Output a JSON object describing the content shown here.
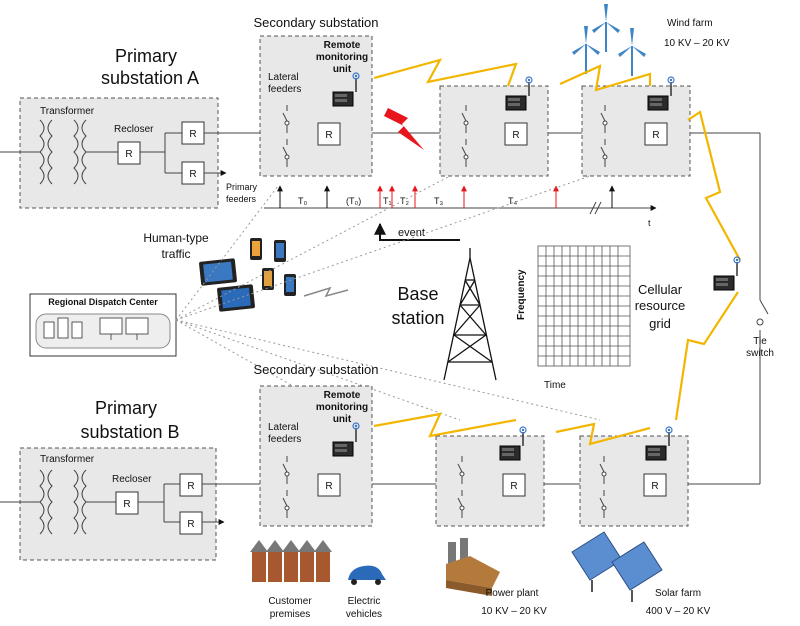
{
  "primary_a": {
    "title_1": "Primary",
    "title_2": "substation A",
    "transformer": "Transformer",
    "recloser": "Recloser",
    "r": "R"
  },
  "primary_b": {
    "title_1": "Primary",
    "title_2": "substation B",
    "transformer": "Transformer",
    "recloser": "Recloser",
    "r": "R"
  },
  "secondary_top": {
    "title": "Secondary substation",
    "rmu_1": "Remote",
    "rmu_2": "monitoring",
    "rmu_3": "unit",
    "lateral_1": "Lateral",
    "lateral_2": "feeders"
  },
  "secondary_bottom": {
    "title": "Secondary substation",
    "rmu_1": "Remote",
    "rmu_2": "monitoring",
    "rmu_3": "unit",
    "lateral_1": "Lateral",
    "lateral_2": "feeders"
  },
  "wind_farm": {
    "label": "Wind farm",
    "voltage": "10 KV – 20 KV"
  },
  "power_plant": {
    "label": "Power plant",
    "voltage": "10 KV – 20 KV"
  },
  "solar_farm": {
    "label": "Solar farm",
    "voltage": "400 V – 20 KV"
  },
  "customer": {
    "line1": "Customer",
    "line2": "premises"
  },
  "ev": {
    "line1": "Electric",
    "line2": "vehicles"
  },
  "tie_switch": {
    "line1": "Tie",
    "line2": "switch"
  },
  "timeline": {
    "primary_1": "Primary",
    "primary_2": "feeders",
    "labels": [
      "T₀",
      "(T₀)",
      "T₁",
      "T₂",
      "T₃",
      "T₄"
    ],
    "t_axis": "t",
    "event": "event"
  },
  "human_traffic": {
    "line1": "Human-type",
    "line2": "traffic"
  },
  "base_station": {
    "line1": "Base",
    "line2": "station"
  },
  "regional_center": "Regional Dispatch Center",
  "grid": {
    "title_1": "Cellular",
    "title_2": "resource",
    "title_3": "grid",
    "ylabel": "Frequency",
    "xlabel": "Time"
  },
  "colors": {
    "wireless": "#f2b600",
    "fault": "#e8151c",
    "event_arrow": "#e8151c",
    "box_fill": "#e8e8e8"
  },
  "icons": [
    "wind-turbine-icon",
    "rmu-device-icon",
    "lightning-icon",
    "smartphone-icon",
    "tablet-icon",
    "tower-icon",
    "computer-icon",
    "factory-icon",
    "solar-panel-icon",
    "house-icon",
    "car-icon"
  ]
}
